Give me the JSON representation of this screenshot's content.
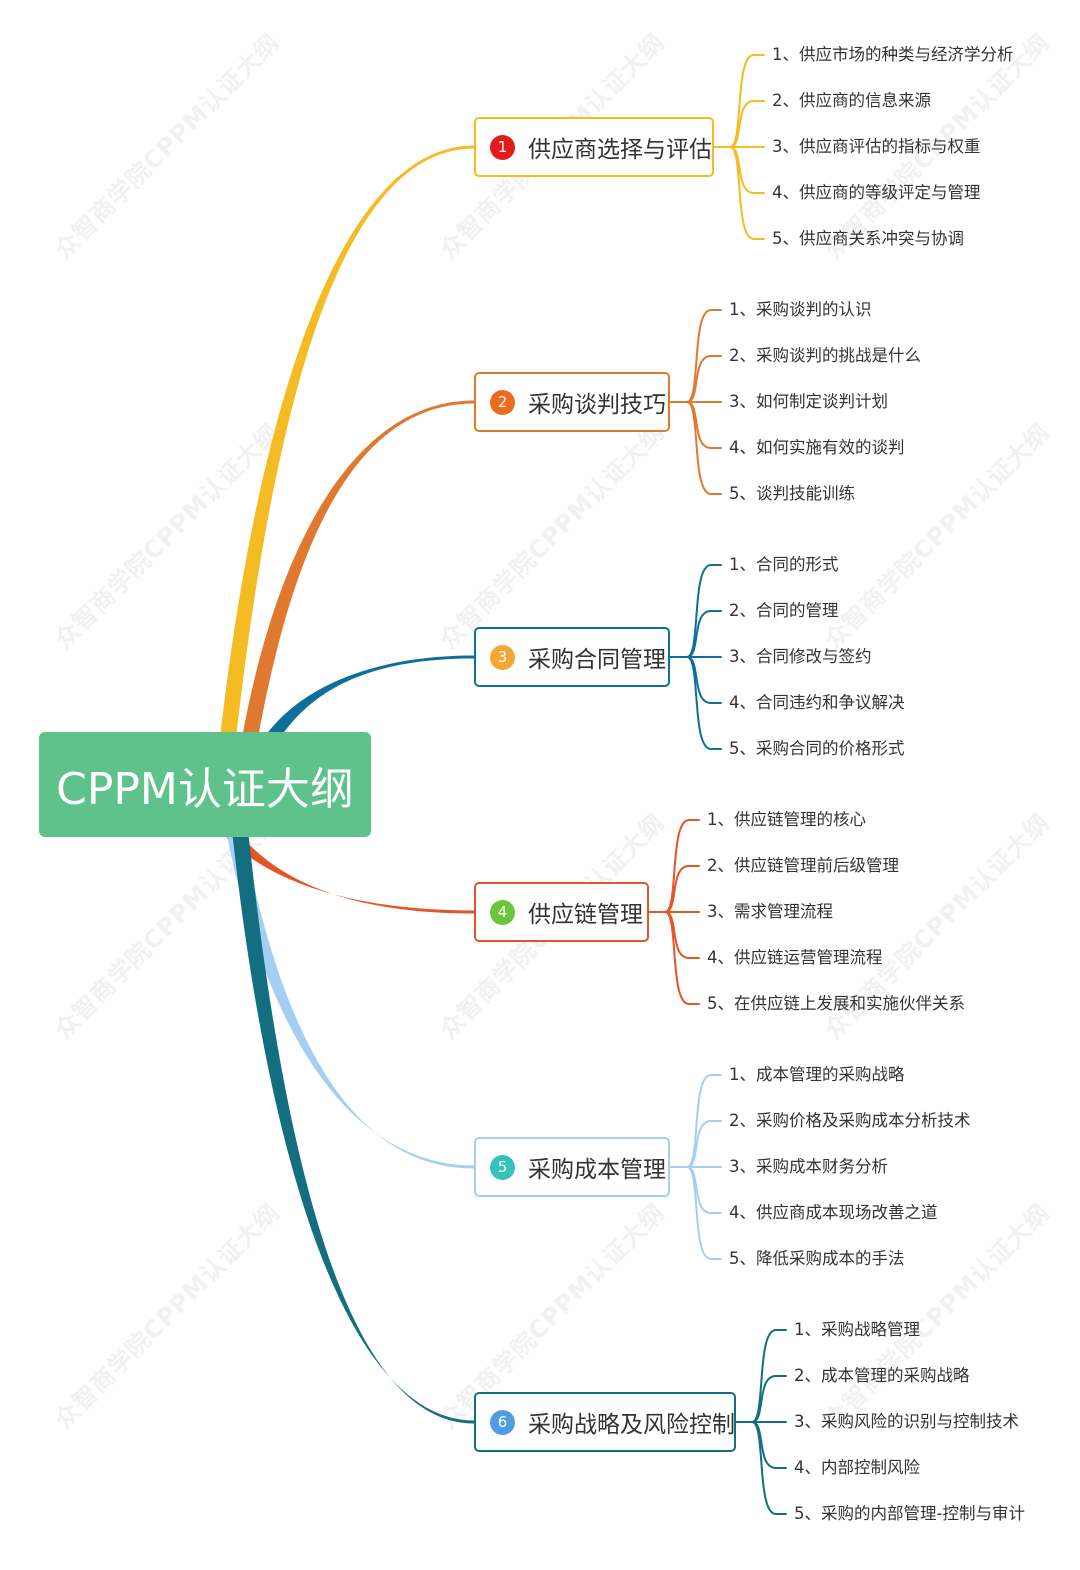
{
  "root": {
    "label": "CPPM认证大纲",
    "color": "#5ec28a"
  },
  "watermark_text": "众智商学院CPPM认证大纲",
  "branches": [
    {
      "num": "1",
      "label": "供应商选择与评估",
      "color": "#f5bb23",
      "badge_color": "#e21b1b",
      "items": [
        "1、供应市场的种类与经济学分析",
        "2、供应商的信息来源",
        "3、供应商评估的指标与权重",
        "4、供应商的等级评定与管理",
        "5、供应商关系冲突与协调"
      ]
    },
    {
      "num": "2",
      "label": "采购谈判技巧",
      "color": "#e0792f",
      "badge_color": "#f06a1d",
      "items": [
        "1、采购谈判的认识",
        "2、采购谈判的挑战是什么",
        "3、如何制定谈判计划",
        "4、如何实施有效的谈判",
        "5、谈判技能训练"
      ]
    },
    {
      "num": "3",
      "label": "采购合同管理",
      "color": "#0f6f9c",
      "badge_color": "#f5a637",
      "items": [
        "1、合同的形式",
        "2、合同的管理",
        "3、合同修改与签约",
        "4、合同违约和争议解决",
        "5、采购合同的价格形式"
      ]
    },
    {
      "num": "4",
      "label": "供应链管理",
      "color": "#e2562b",
      "badge_color": "#6cc53a",
      "items": [
        "1、供应链管理的核心",
        "2、供应链管理前后级管理",
        "3、需求管理流程",
        "4、供应链运营管理流程",
        "5、在供应链上发展和实施伙伴关系"
      ]
    },
    {
      "num": "5",
      "label": "采购成本管理",
      "color": "#a4cff2",
      "badge_color": "#35c3b9",
      "items": [
        "1、成本管理的采购战略",
        "2、采购价格及采购成本分析技术",
        "3、采购成本财务分析",
        "4、供应商成本现场改善之道",
        "5、降低采购成本的手法"
      ]
    },
    {
      "num": "6",
      "label": "采购战略及风险控制",
      "color": "#136f7f",
      "badge_color": "#4f9de0",
      "items": [
        "1、采购战略管理",
        "2、成本管理的采购战略",
        "3、采购风险的识别与控制技术",
        "4、内部控制风险",
        "5、采购的内部管理-控制与审计"
      ]
    }
  ]
}
